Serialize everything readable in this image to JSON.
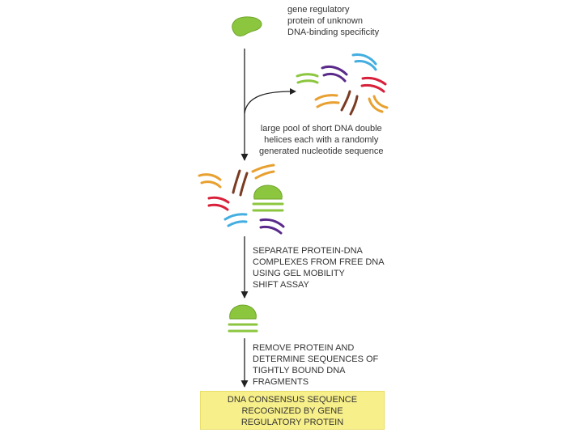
{
  "labels": {
    "protein": [
      "gene regulatory",
      "protein of unknown",
      "DNA-binding specificity"
    ],
    "pool": [
      "large pool of short DNA double",
      "helices each with a randomly",
      "generated nucleotide sequence"
    ],
    "step1": [
      "SEPARATE PROTEIN-DNA",
      "COMPLEXES FROM FREE DNA",
      "USING GEL MOBILITY",
      "SHIFT ASSAY"
    ],
    "step2": [
      "REMOVE PROTEIN AND",
      "DETERMINE SEQUENCES OF",
      "TIGHTLY BOUND DNA",
      "FRAGMENTS"
    ],
    "result": [
      "DNA CONSENSUS SEQUENCE",
      "RECOGNIZED BY GENE",
      "REGULATORY PROTEIN"
    ]
  },
  "colors": {
    "protein": "#8cc63f",
    "bound_dna": "#8cc63f",
    "orange": "#e8a030",
    "brown": "#7a3b22",
    "red": "#d8203a",
    "blue": "#44aee0",
    "purple": "#5a2a8a",
    "green": "#8cc63f",
    "arrow": "#222222",
    "result_box": "#f7ef8a"
  }
}
